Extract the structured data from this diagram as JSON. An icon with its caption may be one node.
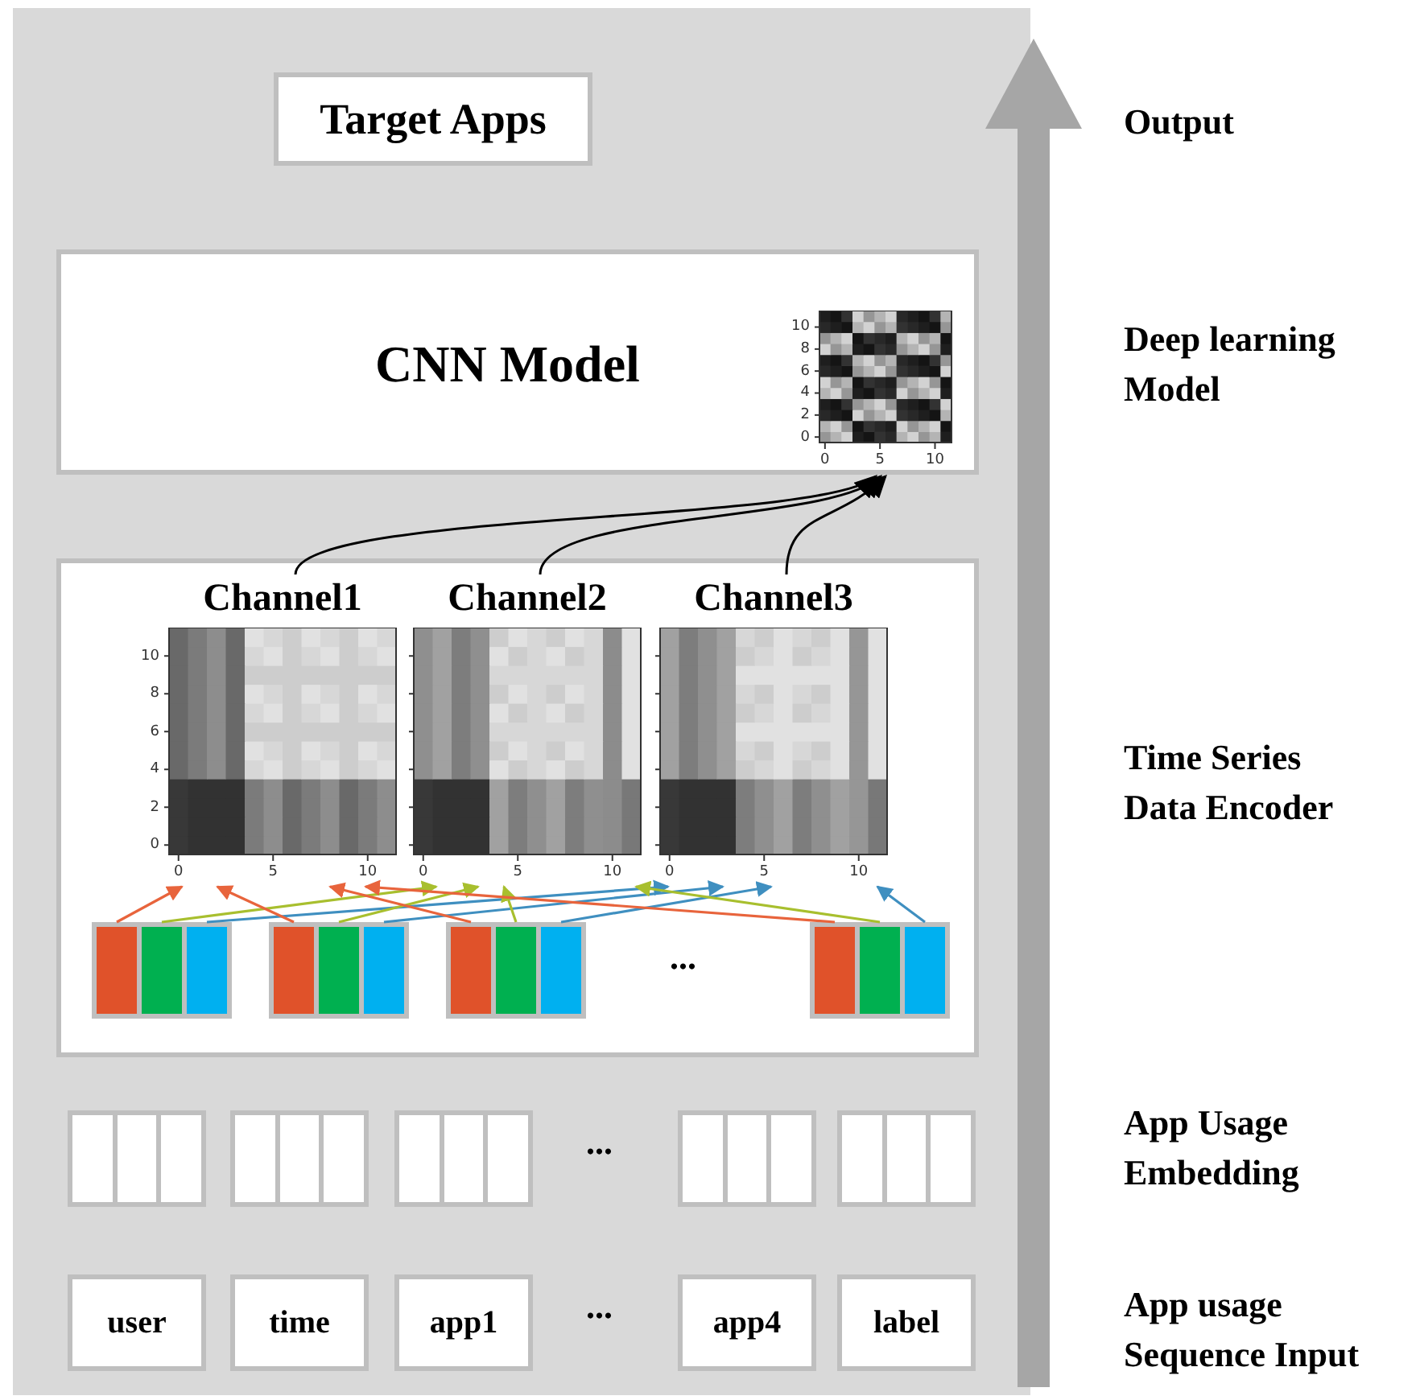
{
  "diagram": {
    "nodes": [
      {
        "text": [
          "Target Apps"
        ]
      },
      {
        "text": [
          "CNN Model"
        ]
      },
      {
        "text": [],
        "shape": "picture",
        "in": 1,
        "beside": [
          "10",
          "8",
          "6",
          "4",
          "2",
          "0",
          "0",
          "5",
          "10"
        ]
      },
      {
        "text": [],
        "shape": "box"
      },
      {
        "text": [
          "Channel1"
        ],
        "in": 3,
        "beside": [
          "10",
          "8",
          "6",
          "4",
          "2",
          "0",
          "0",
          "5",
          "10"
        ]
      },
      {
        "text": [
          "Channel2"
        ],
        "in": 3,
        "beside": [
          "0",
          "5",
          "10"
        ]
      },
      {
        "text": [
          "Channel3"
        ],
        "in": 3,
        "beside": [
          "0",
          "5",
          "10"
        ]
      },
      {
        "text": [],
        "shape": "bar",
        "in": 3
      },
      {
        "text": [],
        "shape": "bar",
        "in": 3
      },
      {
        "text": [],
        "shape": "bar",
        "in": 3
      },
      {
        "text": [],
        "shape": "bar",
        "in": 3
      },
      {
        "text": [],
        "shape": "bar",
        "in": 3
      },
      {
        "text": [],
        "shape": "bar",
        "in": 3
      },
      {
        "text": [],
        "shape": "bar",
        "in": 3
      },
      {
        "text": [],
        "shape": "bar",
        "in": 3
      },
      {
        "text": [],
        "shape": "bar",
        "in": 3
      },
      {
        "text": [],
        "shape": "bar",
        "in": 3
      },
      {
        "text": [],
        "shape": "bar",
        "in": 3
      },
      {
        "text": [],
        "shape": "bar",
        "in": 3
      },
      {
        "text": [],
        "shape": "box"
      },
      {
        "text": [],
        "shape": "box"
      },
      {
        "text": [],
        "shape": "box"
      },
      {
        "text": [],
        "shape": "box"
      },
      {
        "text": [],
        "shape": "box"
      },
      {
        "text": [
          "user"
        ]
      },
      {
        "text": [
          "time"
        ]
      },
      {
        "text": [
          "app1"
        ]
      },
      {
        "text": [
          "app4"
        ]
      },
      {
        "text": [
          "label"
        ]
      }
    ],
    "edges": [
      {
        "from": 4,
        "to": 2,
        "arrow": "to",
        "color": "#000000"
      },
      {
        "from": 5,
        "to": 2,
        "arrow": "to",
        "color": "#000000"
      },
      {
        "from": 6,
        "to": 2,
        "arrow": "to",
        "color": "#000000"
      },
      {
        "from": 7,
        "to": 4,
        "arrow": "to",
        "color": "#e8643c"
      },
      {
        "from": 8,
        "to": 5,
        "arrow": "to",
        "color": "#a8bf2e"
      },
      {
        "from": 9,
        "to": 6,
        "arrow": "to",
        "color": "#3f8fc0"
      },
      {
        "from": 10,
        "to": 4,
        "arrow": "to",
        "color": "#e8643c"
      },
      {
        "from": 11,
        "to": 5,
        "arrow": "to",
        "color": "#a8bf2e"
      },
      {
        "from": 12,
        "to": 6,
        "arrow": "to",
        "color": "#3f8fc0"
      },
      {
        "from": 13,
        "to": 4,
        "arrow": "to",
        "color": "#e8643c"
      },
      {
        "from": 14,
        "to": 5,
        "arrow": "to",
        "color": "#a8bf2e"
      },
      {
        "from": 15,
        "to": 6,
        "arrow": "to",
        "color": "#3f8fc0"
      },
      {
        "from": 16,
        "to": 4,
        "arrow": "to",
        "color": "#e8643c"
      },
      {
        "from": 17,
        "to": 5,
        "arrow": "to",
        "color": "#a8bf2e"
      },
      {
        "from": 18,
        "to": 6,
        "arrow": "to",
        "color": "#3f8fc0"
      }
    ],
    "labels": [
      "Output",
      "Deep learning Model",
      "Time Series Data Encoder",
      "...",
      "App Usage Embedding",
      "...",
      "App usage Sequence Input",
      "..."
    ]
  }
}
